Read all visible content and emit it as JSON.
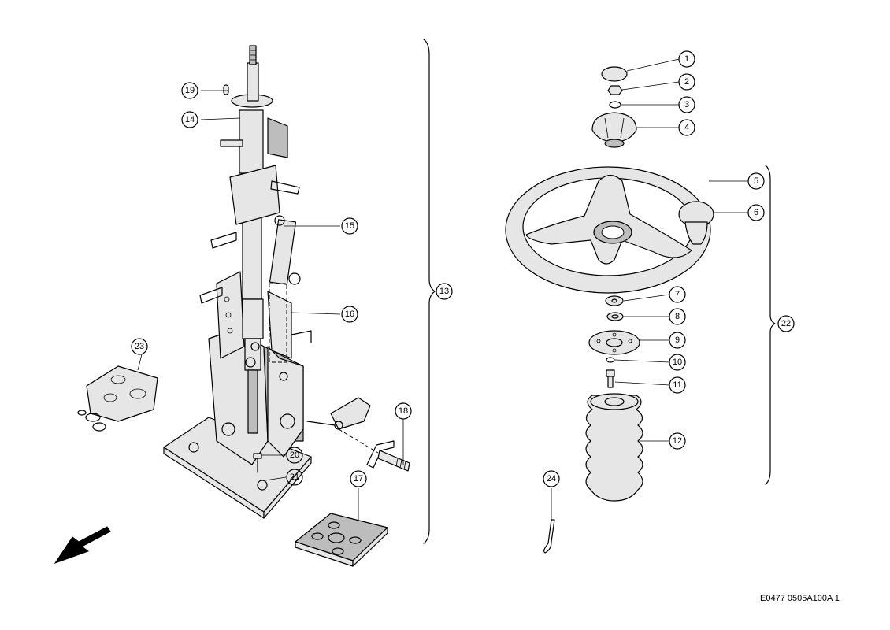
{
  "diagram": {
    "reference_code": "E0477 0505A100A 1",
    "callouts": [
      {
        "id": "c1",
        "label": "1"
      },
      {
        "id": "c2",
        "label": "2"
      },
      {
        "id": "c3",
        "label": "3"
      },
      {
        "id": "c4",
        "label": "4"
      },
      {
        "id": "c5",
        "label": "5"
      },
      {
        "id": "c6",
        "label": "6"
      },
      {
        "id": "c7",
        "label": "7"
      },
      {
        "id": "c8",
        "label": "8"
      },
      {
        "id": "c9",
        "label": "9"
      },
      {
        "id": "c10",
        "label": "10"
      },
      {
        "id": "c11",
        "label": "11"
      },
      {
        "id": "c12",
        "label": "12"
      },
      {
        "id": "c13",
        "label": "13"
      },
      {
        "id": "c14",
        "label": "14"
      },
      {
        "id": "c15",
        "label": "15"
      },
      {
        "id": "c16",
        "label": "16"
      },
      {
        "id": "c17",
        "label": "17"
      },
      {
        "id": "c18",
        "label": "18"
      },
      {
        "id": "c19",
        "label": "19"
      },
      {
        "id": "c20",
        "label": "20"
      },
      {
        "id": "c21",
        "label": "21"
      },
      {
        "id": "c22",
        "label": "22"
      },
      {
        "id": "c23",
        "label": "23"
      },
      {
        "id": "c24",
        "label": "24"
      }
    ]
  }
}
